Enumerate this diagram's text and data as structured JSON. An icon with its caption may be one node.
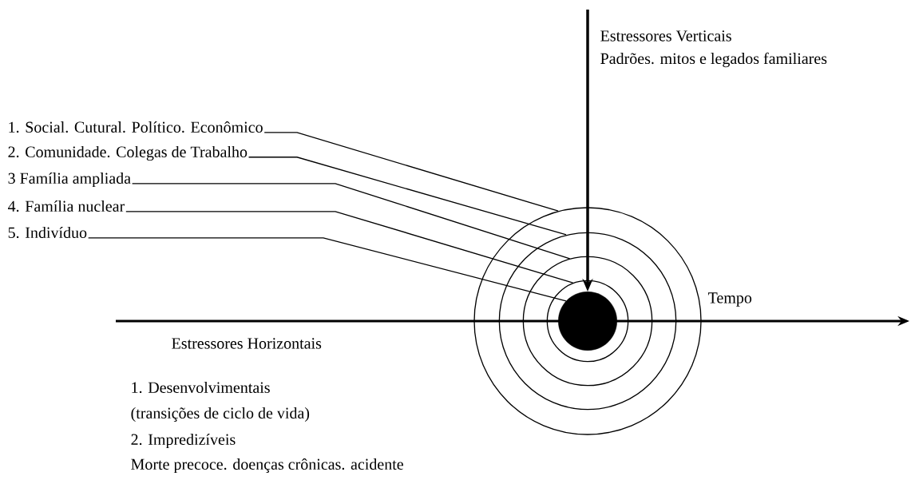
{
  "diagram": {
    "nodes": [
      {
        "text": [
          "1. Social. Cutural. Político. Econômico"
        ]
      },
      {
        "text": [
          "2. Comunidade. Colegas de Trabalho"
        ]
      },
      {
        "text": [
          "3 Família ampliada"
        ]
      },
      {
        "text": [
          "4. Família nuclear"
        ]
      },
      {
        "text": [
          "5. Indivíduo"
        ]
      },
      {
        "text": [],
        "shape": "circle"
      },
      {
        "text": [],
        "shape": "circle",
        "in": 5
      },
      {
        "text": [],
        "shape": "circle",
        "in": 6
      },
      {
        "text": [],
        "shape": "circle",
        "in": 7
      },
      {
        "text": [],
        "shape": "circle",
        "in": 8
      }
    ],
    "edges": [
      {
        "from": 0,
        "to": 5,
        "arrow": "none"
      },
      {
        "from": 1,
        "to": 6,
        "arrow": "none"
      },
      {
        "from": 2,
        "to": 7,
        "arrow": "none"
      },
      {
        "from": 3,
        "to": 8,
        "arrow": "none"
      },
      {
        "from": 4,
        "to": 9,
        "arrow": "none"
      },
      {
        "from": null,
        "to": 9,
        "arrow": "to",
        "style": "thick"
      }
    ],
    "labels": [
      "Estressores Verticais",
      "Padrões. mitos e legados familiares",
      "Tempo",
      "Estressores Horizontais",
      "1. Desenvolvimentais",
      "(transições de ciclo de vida)",
      "2. Impredizíveis",
      "Morte precoce. doenças crônicas. acidente"
    ]
  }
}
